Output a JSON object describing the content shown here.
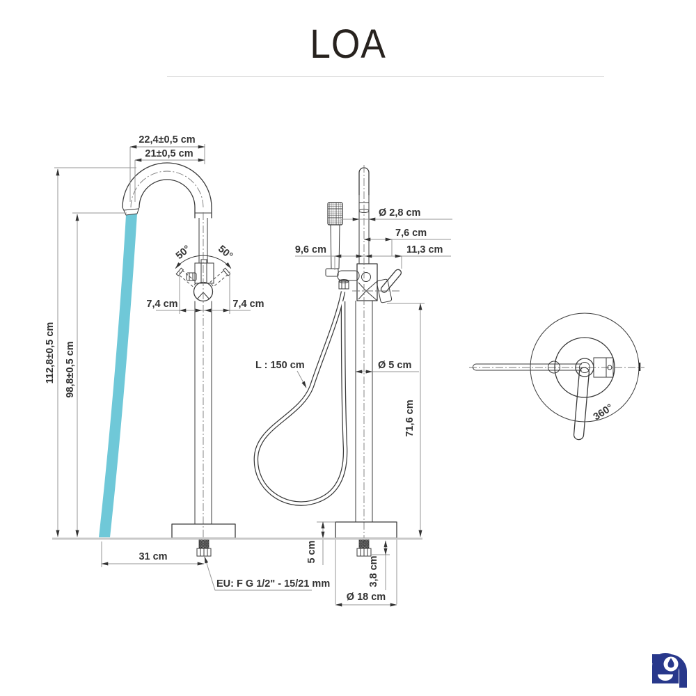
{
  "title": "LOA",
  "colors": {
    "brand": "#28388b",
    "water": "#6fc8d8",
    "ink": "#3a3a3a",
    "dim": "#949494",
    "ground": "#c9c9c9"
  },
  "labels": {
    "side": {
      "reach_outer": "22,4±0,5 cm",
      "reach_inner": "21±0,5 cm",
      "height_total": "112,8±0,5 cm",
      "height_spout": "98,8±0,5 cm",
      "angle_left": "50°",
      "angle_right": "50°",
      "offset_left": "7,4 cm",
      "offset_right": "7,4 cm",
      "stream_offset": "31 cm",
      "connection": "EU: F G 1/2\" - 15/21 mm"
    },
    "front": {
      "diam_top": "Ø 2,8 cm",
      "depth_handle": "7,6 cm",
      "offset_shower": "9,6 cm",
      "depth_lever": "11,3 cm",
      "hose_length": "L : 150 cm",
      "diam_column": "Ø 5 cm",
      "height_column": "71,6 cm",
      "base_height": "5 cm",
      "connector_length": "3,8 cm",
      "diam_base": "Ø 18 cm"
    },
    "top": {
      "rotation": "360°"
    }
  }
}
